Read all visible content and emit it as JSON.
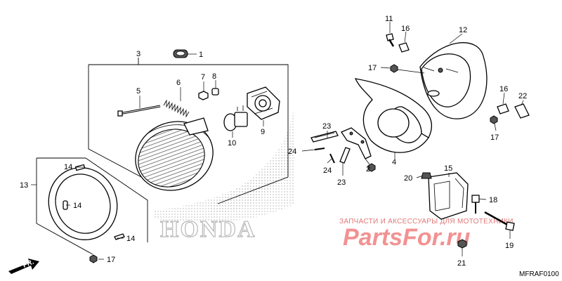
{
  "diagram": {
    "callouts": [
      "1",
      "2",
      "3",
      "4",
      "5",
      "6",
      "7",
      "8",
      "9",
      "10",
      "11",
      "12",
      "13",
      "14",
      "14",
      "14",
      "14",
      "15",
      "16",
      "16",
      "17",
      "17",
      "17",
      "18",
      "19",
      "20",
      "21",
      "22",
      "23",
      "23",
      "24",
      "24"
    ],
    "brand_mark": "HONDA",
    "direction_marker": "FR.",
    "drawing_code": "MFRAF0100",
    "watermark": {
      "caption": "ЗАПЧАСТИ И АКСЕССУАРЫ ДЛЯ МОТОТЕХНИКИ",
      "logo": "PartsFor.ru"
    },
    "colors": {
      "line": "#000000",
      "watermark": "#f08080",
      "shading": "#bdbdbd"
    }
  }
}
